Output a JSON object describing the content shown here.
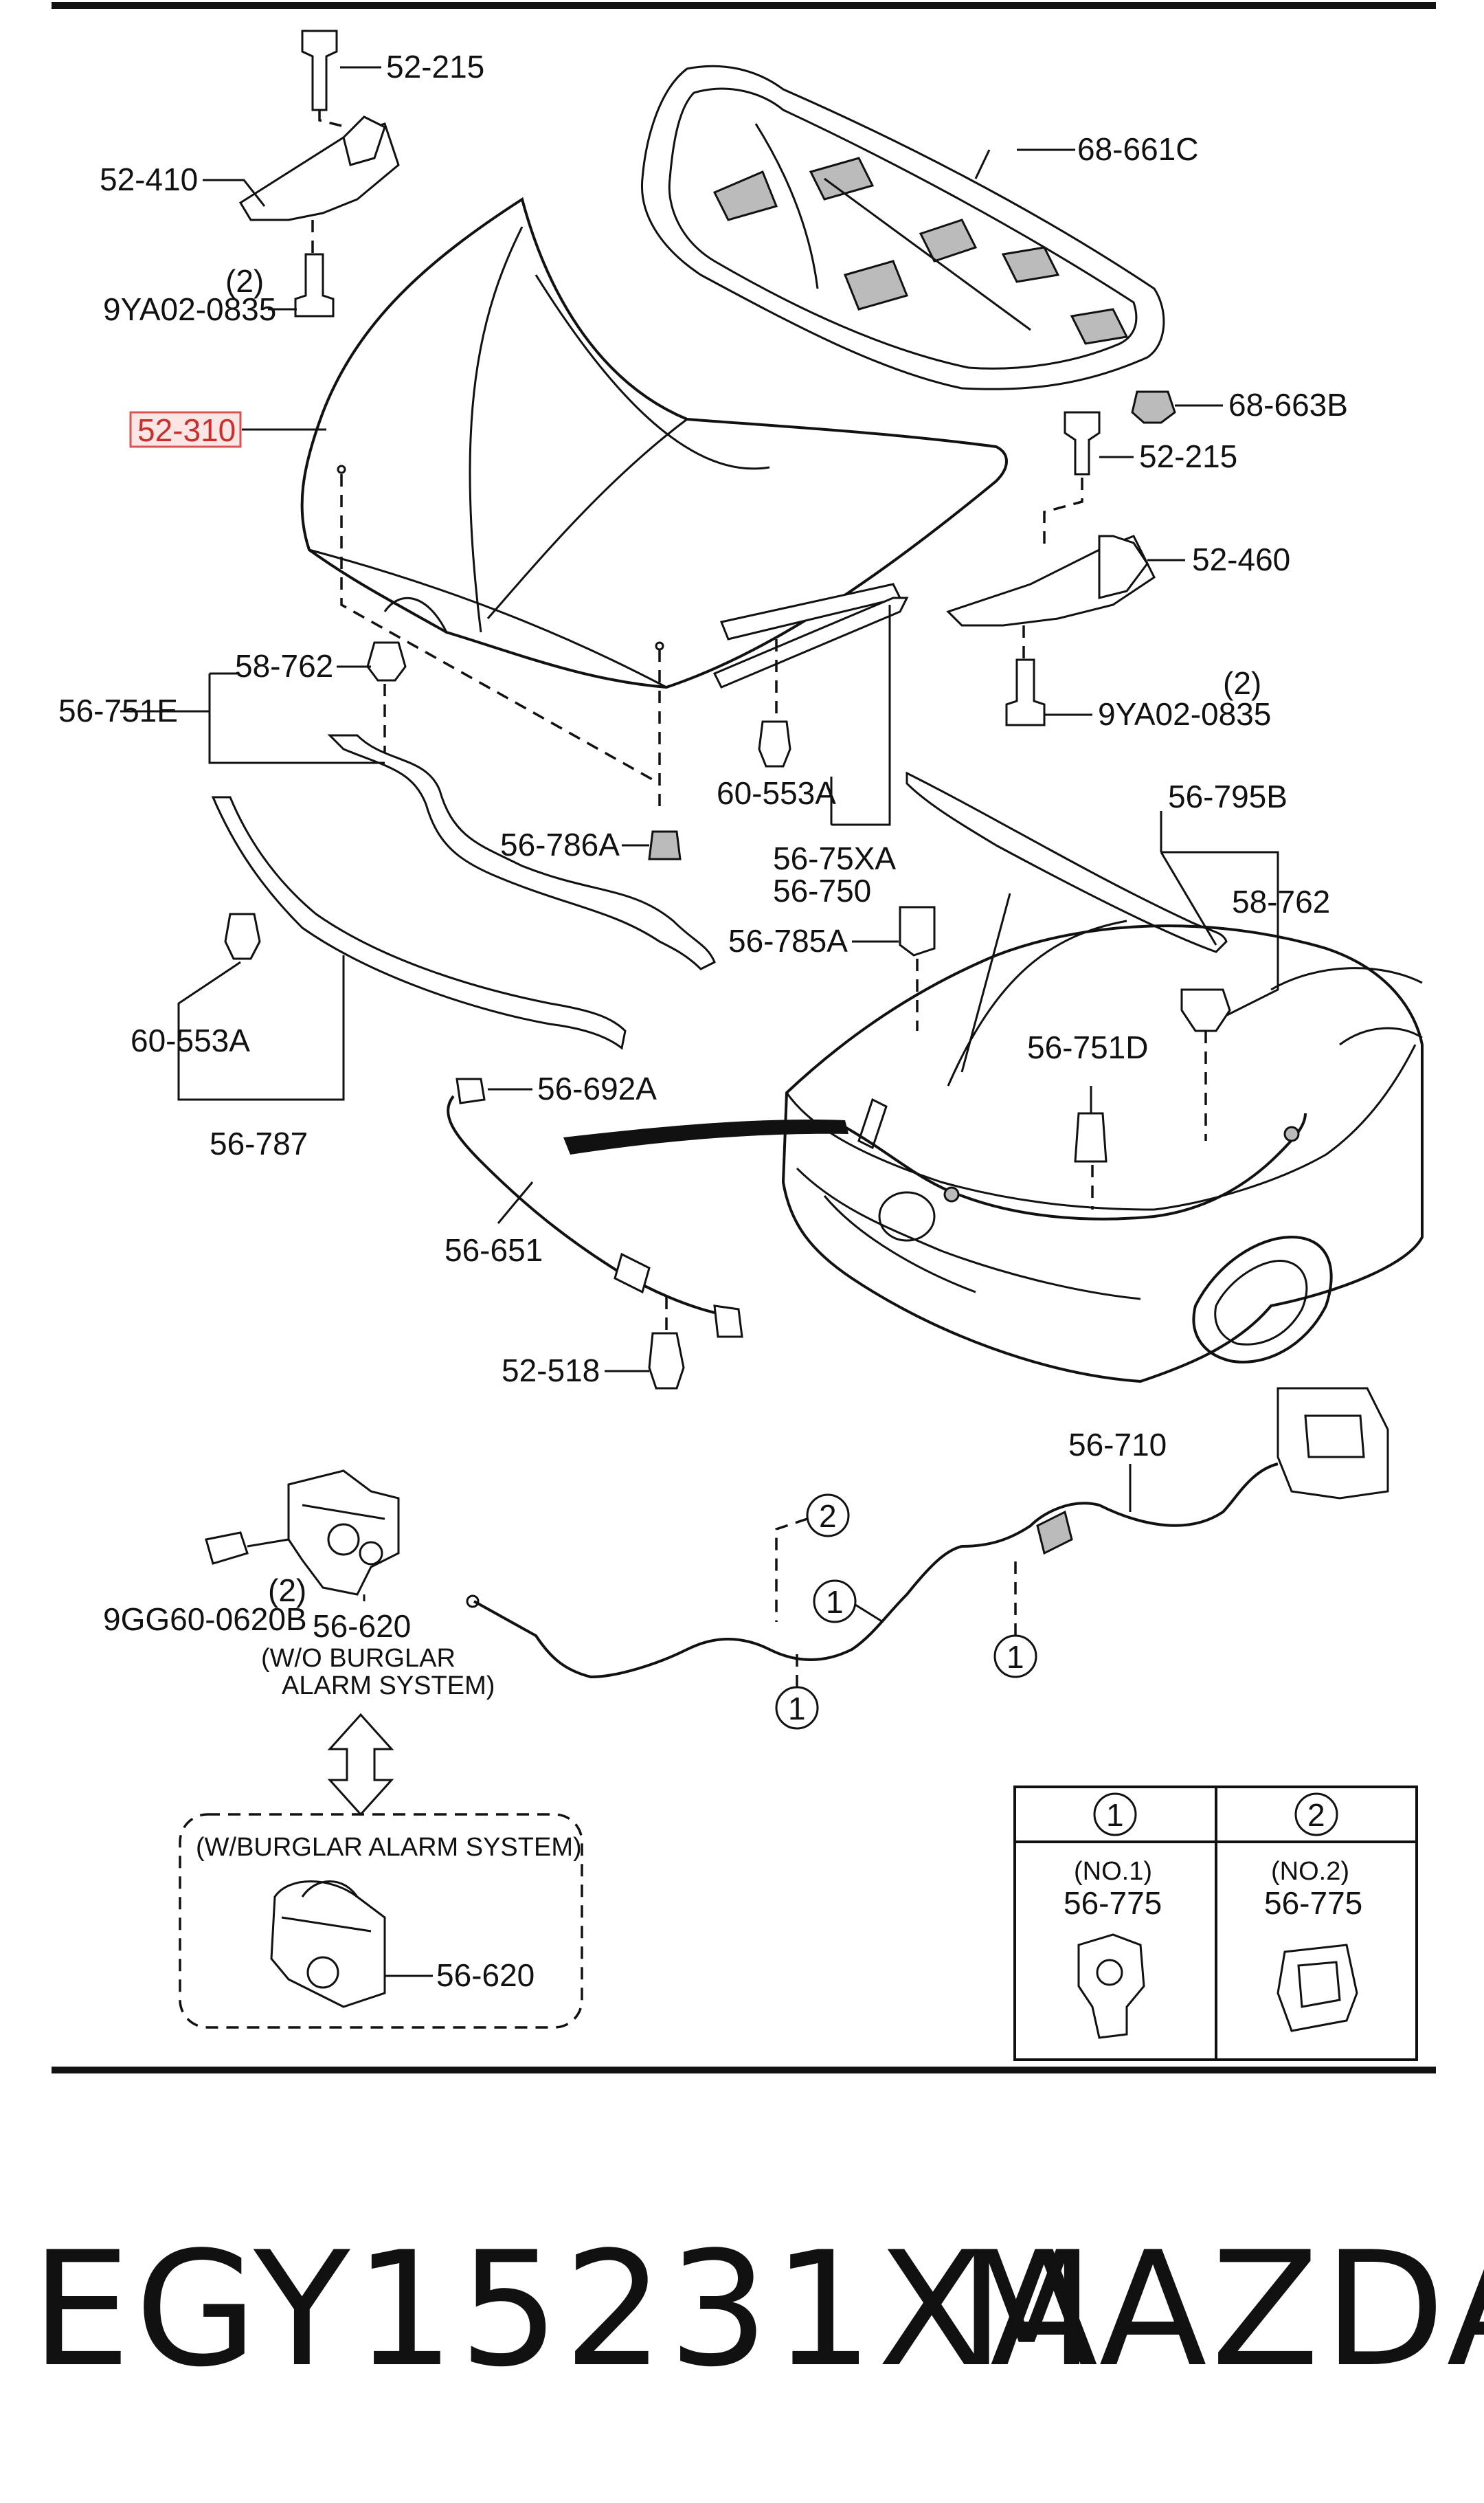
{
  "diagram": {
    "labels": {
      "p52_215_top": "52-215",
      "p52_410": "52-410",
      "qty_2_left": "(2)",
      "p9ya02_left": "9YA02-0835",
      "p52_310": "52-310",
      "p68_661c": "68-661C",
      "p68_663b": "68-663B",
      "p52_215_right": "52-215",
      "p52_460": "52-460",
      "qty_2_right": "(2)",
      "p9ya02_right": "9YA02-0835",
      "p58_762_left": "58-762",
      "p56_751e": "56-751E",
      "p60_553a_mid": "60-553A",
      "p56_786a": "56-786A",
      "p56_75xa": "56-75XA",
      "p56_750": "56-750",
      "p56_785a": "56-785A",
      "p56_795b": "56-795B",
      "p58_762_right": "58-762",
      "p56_751d": "56-751D",
      "p60_553a_left": "60-553A",
      "p56_787": "56-787",
      "p56_692a": "56-692A",
      "p56_651": "56-651",
      "p52_518": "52-518",
      "p56_710": "56-710",
      "qty_2_bottom": "(2)",
      "p9gg60": "9GG60-0620B",
      "p56_620_top": "56-620",
      "wo_burglar_1": "(W/O BURGLAR",
      "wo_burglar_2": "ALARM SYSTEM)",
      "w_burglar": "(W/BURGLAR ALARM SYSTEM)",
      "p56_620_bottom": "56-620"
    },
    "callouts": {
      "c2_top": "2",
      "c1_top": "1",
      "c1_right": "1",
      "c1_bottom": "1"
    },
    "clip_table": {
      "head_1": "1",
      "head_2": "2",
      "no1": "(NO.1)",
      "no1_part": "56-775",
      "no2": "(NO.2)",
      "no2_part": "56-775"
    },
    "highlight_color": "#d9534f"
  },
  "footer": {
    "part_number": "EGY15231XA",
    "brand": "MAZDA"
  }
}
